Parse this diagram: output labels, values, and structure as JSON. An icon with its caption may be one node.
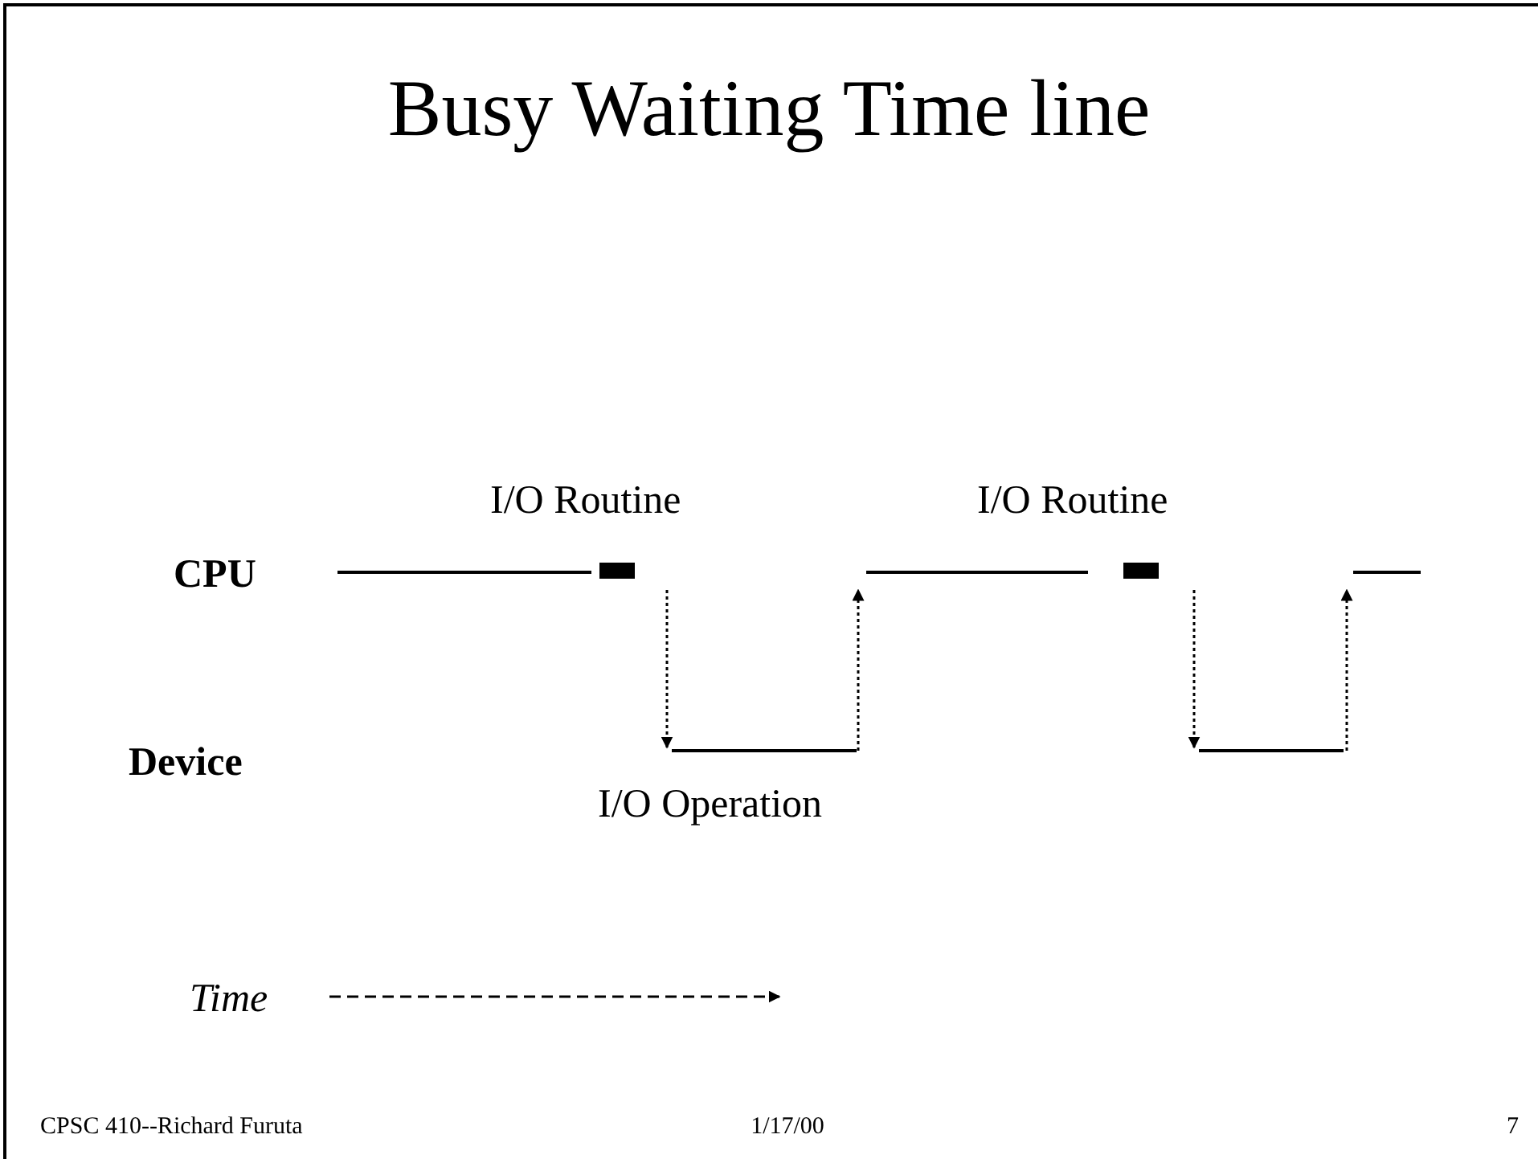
{
  "diagram": {
    "title": "Busy Waiting Time line",
    "labels": [
      "I/O Routine",
      "I/O Routine",
      "CPU",
      "Device",
      "I/O Operation",
      "Time",
      "CPSC 410--Richard Furuta",
      "1/17/00",
      "7"
    ]
  }
}
